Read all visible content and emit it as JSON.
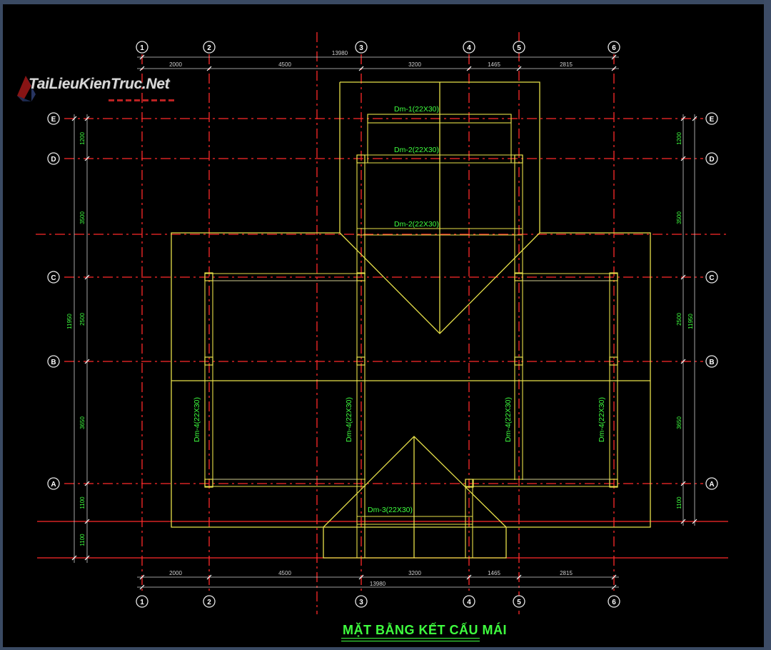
{
  "watermark": {
    "text": "TaiLieuKienTruc.Net"
  },
  "title": "MẶT BẰNG KẾT CẤU MÁI",
  "colors": {
    "grid_line": "#ff2a2a",
    "beam": "#e8e14a",
    "label": "#3fff3f",
    "dim": "#cfcfcf",
    "frame": "#3a4a63"
  },
  "axes_vertical": [
    "1",
    "2",
    "3",
    "4",
    "5",
    "6"
  ],
  "axes_horizontal": [
    "E",
    "D",
    "C",
    "B",
    "A"
  ],
  "dims_top": [
    "2000",
    "4500",
    "3200",
    "1465",
    "2815"
  ],
  "dim_total_top": "13980",
  "dims_bottom": [
    "2000",
    "4500",
    "3200",
    "1465",
    "2815"
  ],
  "dim_total_bottom": "13980",
  "dims_left": [
    "1200",
    "3500",
    "2500",
    "3650",
    "1100",
    "1100"
  ],
  "dim_total_left": "11950",
  "dims_right": [
    "1200",
    "3500",
    "2500",
    "3650",
    "1100"
  ],
  "dim_total_right": "11950",
  "beams": {
    "dm1": "Dm-1(22X30)",
    "dm2a": "Dm-2(22X30)",
    "dm2b": "Dm-2(22X30)",
    "dm3": "Dm-3(22X30)",
    "dm4": [
      "Dm-4(22X30)",
      "Dm-4(22X30)",
      "Dm-4(22X30)",
      "Dm-4(22X30)"
    ]
  }
}
